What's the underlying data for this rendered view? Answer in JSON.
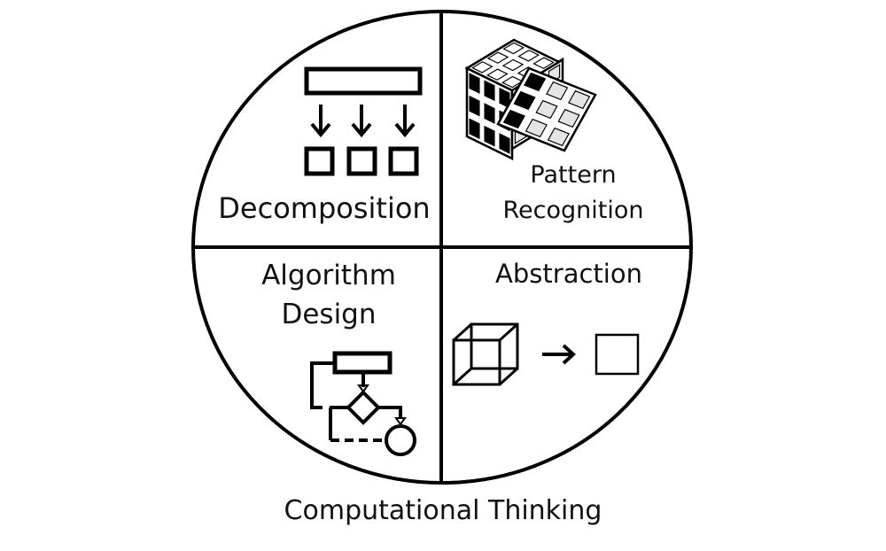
{
  "title": "Computational Thinking",
  "quadrants": {
    "decomposition": {
      "label": "Decomposition"
    },
    "pattern_recognition": {
      "line1": "Pattern",
      "line2": "Recognition"
    },
    "algorithm_design": {
      "line1": "Algorithm",
      "line2": "Design"
    },
    "abstraction": {
      "label": "Abstraction"
    }
  },
  "colors": {
    "ink": "#000000",
    "background": "#ffffff",
    "cell_light": "#e4e4e4"
  }
}
